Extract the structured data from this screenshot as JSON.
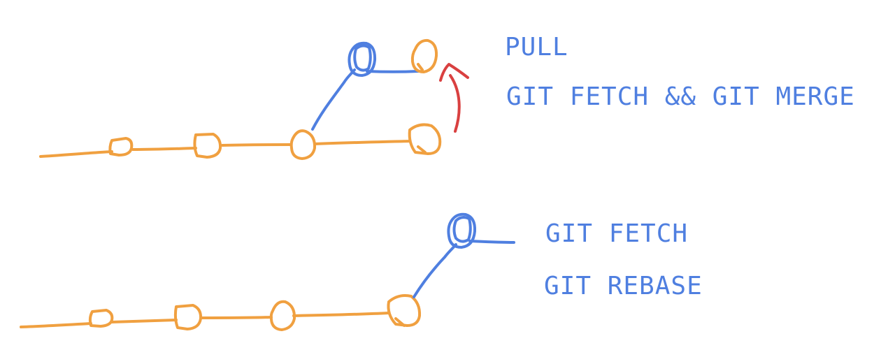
{
  "labels": {
    "pull": "PULL",
    "fetch_merge": "GIT FETCH && GIT MERGE",
    "fetch": "GIT FETCH",
    "rebase": "GIT REBASE"
  },
  "colors": {
    "main_branch": "#f0a040",
    "remote_branch": "#4f7fe0",
    "arrow": "#d94040",
    "label_text": "#4f7fe0"
  }
}
